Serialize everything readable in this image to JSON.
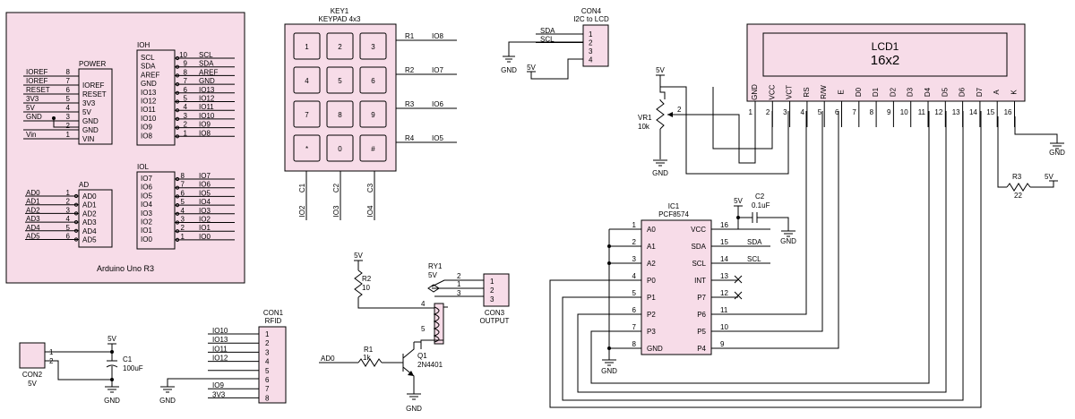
{
  "arduino": {
    "title": "Arduino Uno R3",
    "power": {
      "label": "POWER",
      "pins": [
        {
          "num": "8",
          "name": "",
          "net": "IOREF"
        },
        {
          "num": "7",
          "name": "IOREF",
          "net": "IOREF"
        },
        {
          "num": "6",
          "name": "RESET",
          "net": "RESET"
        },
        {
          "num": "5",
          "name": "3V3",
          "net": "3V3"
        },
        {
          "num": "4",
          "name": "5V",
          "net": "5V"
        },
        {
          "num": "3",
          "name": "GND",
          "net": "GND"
        },
        {
          "num": "2",
          "name": "GND",
          "net": ""
        },
        {
          "num": "1",
          "name": "VIN",
          "net": "Vin"
        }
      ]
    },
    "ioh": {
      "label": "IOH",
      "pins": [
        {
          "num": "10",
          "name": "SCL",
          "net": "SCL"
        },
        {
          "num": "9",
          "name": "SDA",
          "net": "SDA"
        },
        {
          "num": "8",
          "name": "AREF",
          "net": "AREF"
        },
        {
          "num": "7",
          "name": "GND",
          "net": "GND"
        },
        {
          "num": "6",
          "name": "IO13",
          "net": "IO13"
        },
        {
          "num": "5",
          "name": "IO12",
          "net": "IO12"
        },
        {
          "num": "4",
          "name": "IO11",
          "net": "IO11"
        },
        {
          "num": "3",
          "name": "IO10",
          "net": "IO10"
        },
        {
          "num": "2",
          "name": "IO9",
          "net": "IO9"
        },
        {
          "num": "1",
          "name": "IO8",
          "net": "IO8"
        }
      ]
    },
    "ad": {
      "label": "AD",
      "pins": [
        {
          "num": "1",
          "name": "AD0",
          "net": "AD0"
        },
        {
          "num": "2",
          "name": "AD1",
          "net": "AD1"
        },
        {
          "num": "3",
          "name": "AD2",
          "net": "AD2"
        },
        {
          "num": "4",
          "name": "AD3",
          "net": "AD3"
        },
        {
          "num": "5",
          "name": "AD4",
          "net": "AD4"
        },
        {
          "num": "6",
          "name": "AD5",
          "net": "AD5"
        }
      ]
    },
    "iol": {
      "label": "IOL",
      "pins": [
        {
          "num": "8",
          "name": "IO7",
          "net": "IO7"
        },
        {
          "num": "7",
          "name": "IO6",
          "net": "IO6"
        },
        {
          "num": "6",
          "name": "IO5",
          "net": "IO5"
        },
        {
          "num": "5",
          "name": "IO4",
          "net": "IO4"
        },
        {
          "num": "4",
          "name": "IO3",
          "net": "IO3"
        },
        {
          "num": "3",
          "name": "IO2",
          "net": "IO2"
        },
        {
          "num": "2",
          "name": "IO1",
          "net": "IO1"
        },
        {
          "num": "1",
          "name": "IO0",
          "net": "IO0"
        }
      ]
    }
  },
  "keypad": {
    "ref": "KEY1",
    "type": "KEYPAD 4x3",
    "keys": [
      "1",
      "2",
      "3",
      "4",
      "5",
      "6",
      "7",
      "8",
      "9",
      "*",
      "0",
      "#"
    ],
    "rows": [
      {
        "pin": "R1",
        "net": "IO8"
      },
      {
        "pin": "R2",
        "net": "IO7"
      },
      {
        "pin": "R3",
        "net": "IO6"
      },
      {
        "pin": "R4",
        "net": "IO5"
      }
    ],
    "cols": [
      {
        "pin": "C1",
        "net": "IO2"
      },
      {
        "pin": "C2",
        "net": "IO3"
      },
      {
        "pin": "C3",
        "net": "IO4"
      }
    ]
  },
  "con4": {
    "ref": "CON4",
    "type": "I2C to LCD",
    "pins": [
      "1",
      "2",
      "3",
      "4"
    ],
    "nets": [
      "SDA",
      "SCL",
      "",
      ""
    ],
    "vcc": "5V",
    "gnd": "GND"
  },
  "lcd": {
    "ref": "LCD1",
    "type": "16x2",
    "pins": [
      {
        "name": "GND",
        "num": "1"
      },
      {
        "name": "VCC",
        "num": "2"
      },
      {
        "name": "VCT",
        "num": "3"
      },
      {
        "name": "RS",
        "num": "4"
      },
      {
        "name": "R/W",
        "num": "5"
      },
      {
        "name": "E",
        "num": "6"
      },
      {
        "name": "D0",
        "num": "7"
      },
      {
        "name": "D1",
        "num": "8"
      },
      {
        "name": "D2",
        "num": "9"
      },
      {
        "name": "D3",
        "num": "10"
      },
      {
        "name": "D4",
        "num": "11"
      },
      {
        "name": "D5",
        "num": "12"
      },
      {
        "name": "D6",
        "num": "13"
      },
      {
        "name": "D7",
        "num": "14"
      },
      {
        "name": "A",
        "num": "15"
      },
      {
        "name": "K",
        "num": "16"
      }
    ],
    "gnd": "GND"
  },
  "vr1": {
    "ref": "VR1",
    "value": "10k",
    "vcc": "5V",
    "gnd": "GND",
    "wiper": "2"
  },
  "r3": {
    "ref": "R3",
    "value": "22",
    "net": "5V"
  },
  "ic1": {
    "ref": "IC1",
    "type": "PCF8574",
    "left": [
      {
        "num": "1",
        "name": "A0"
      },
      {
        "num": "2",
        "name": "A1"
      },
      {
        "num": "3",
        "name": "A2"
      },
      {
        "num": "4",
        "name": "P0"
      },
      {
        "num": "5",
        "name": "P1"
      },
      {
        "num": "6",
        "name": "P2"
      },
      {
        "num": "7",
        "name": "P3"
      },
      {
        "num": "8",
        "name": "GND"
      }
    ],
    "right": [
      {
        "num": "16",
        "name": "VCC",
        "net": ""
      },
      {
        "num": "15",
        "name": "SDA",
        "net": "SDA"
      },
      {
        "num": "14",
        "name": "SCL",
        "net": "SCL"
      },
      {
        "num": "13",
        "name": "INT",
        "net": ""
      },
      {
        "num": "12",
        "name": "P7",
        "net": ""
      },
      {
        "num": "11",
        "name": "P6",
        "net": ""
      },
      {
        "num": "10",
        "name": "P5",
        "net": ""
      },
      {
        "num": "9",
        "name": "P4",
        "net": ""
      }
    ],
    "gnd": "GND"
  },
  "c2": {
    "ref": "C2",
    "value": "0.1uF",
    "vcc": "5V",
    "gnd": "GND"
  },
  "ry1": {
    "ref": "RY1",
    "value": "5V",
    "pins": [
      "2",
      "1",
      "3",
      "4",
      "5"
    ]
  },
  "con3": {
    "ref": "CON3",
    "type": "OUTPUT",
    "pins": [
      "1",
      "2",
      "3"
    ]
  },
  "r2": {
    "ref": "R2",
    "value": "10",
    "net": "5V"
  },
  "r1": {
    "ref": "R1",
    "value": "1k",
    "net": "AD0"
  },
  "q1": {
    "ref": "Q1",
    "type": "2N4401",
    "gnd": "GND"
  },
  "con1": {
    "ref": "CON1",
    "type": "RFID",
    "pins": [
      "1",
      "2",
      "3",
      "4",
      "5",
      "6",
      "7",
      "8"
    ],
    "nets": [
      "IO10",
      "IO13",
      "IO11",
      "IO12",
      "",
      "",
      "IO9",
      "3V3"
    ],
    "gnd": "GND"
  },
  "con2": {
    "ref": "CON2",
    "value": "5V",
    "pins": [
      "1",
      "2"
    ]
  },
  "c1": {
    "ref": "C1",
    "value": "100uF",
    "vcc": "5V",
    "gnd": "GND"
  }
}
